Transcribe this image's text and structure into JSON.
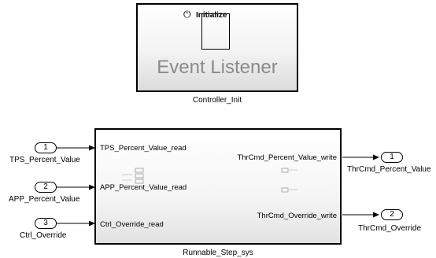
{
  "init_block": {
    "inner_label": "Initialize",
    "title": "Event Listener",
    "name": "Controller_Init"
  },
  "runnable_block": {
    "name": "Runnable_Step_sys",
    "inputs": [
      "TPS_Percent_Value_read",
      "APP_Percent_Value_read",
      "Ctrl_Override_read"
    ],
    "outputs": [
      "ThrCmd_Percent_Value_write",
      "ThrCmd_Override_write"
    ]
  },
  "inports": [
    {
      "number": "1",
      "name": "TPS_Percent_Value"
    },
    {
      "number": "2",
      "name": "APP_Percent_Value"
    },
    {
      "number": "3",
      "name": "Ctrl_Override"
    }
  ],
  "outports": [
    {
      "number": "1",
      "name": "ThrCmd_Percent_Value"
    },
    {
      "number": "2",
      "name": "ThrCmd_Override"
    }
  ],
  "icons": {
    "power": "power-icon"
  }
}
